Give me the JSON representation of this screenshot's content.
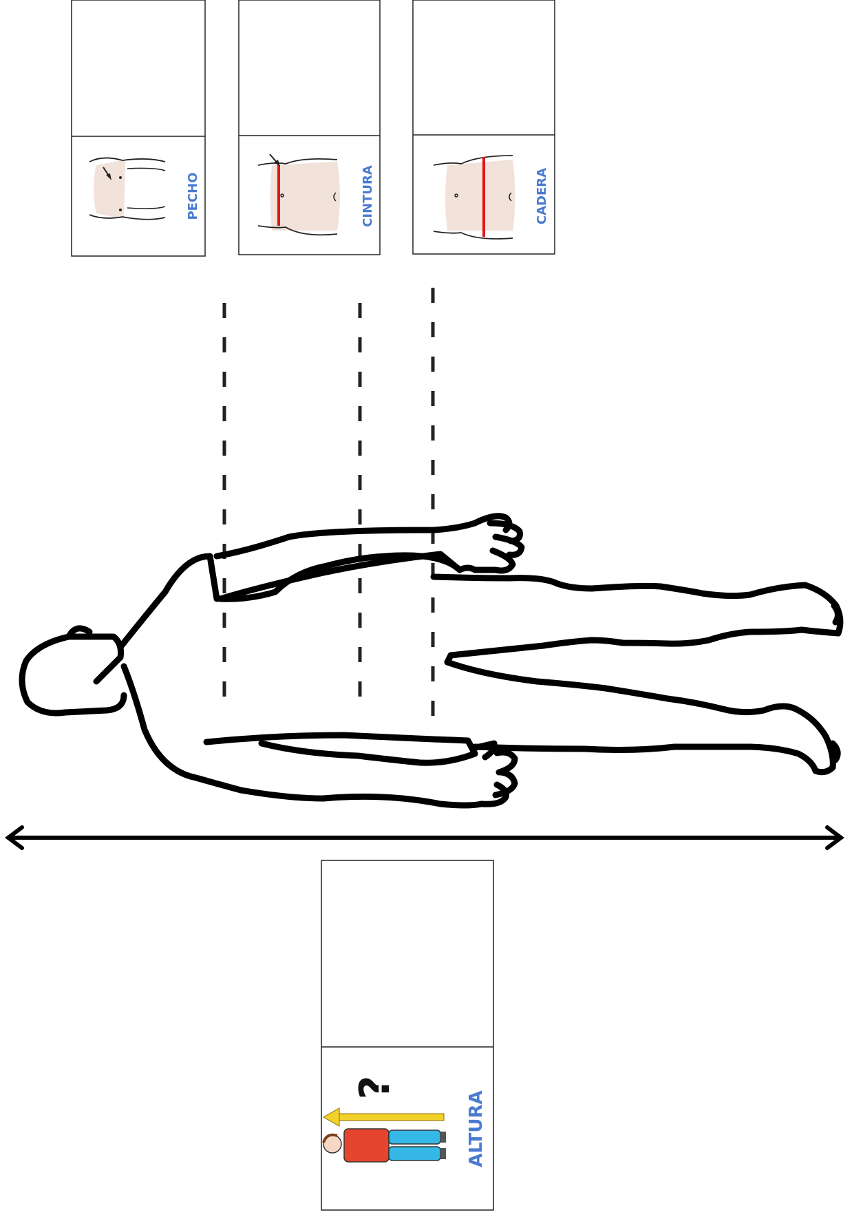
{
  "cards": {
    "pecho": {
      "label": "PECHO",
      "icon": "chest-icon"
    },
    "cintura": {
      "label": "CINTURA",
      "icon": "waist-icon"
    },
    "cadera": {
      "label": "CADERA",
      "icon": "hip-icon"
    },
    "altura": {
      "label": "ALTURA",
      "icon": "height-icon"
    }
  },
  "colors": {
    "label_blue": "#4a7bd0",
    "measure_red": "#e11818",
    "skin": "#f1e2da",
    "outline": "#000000"
  }
}
